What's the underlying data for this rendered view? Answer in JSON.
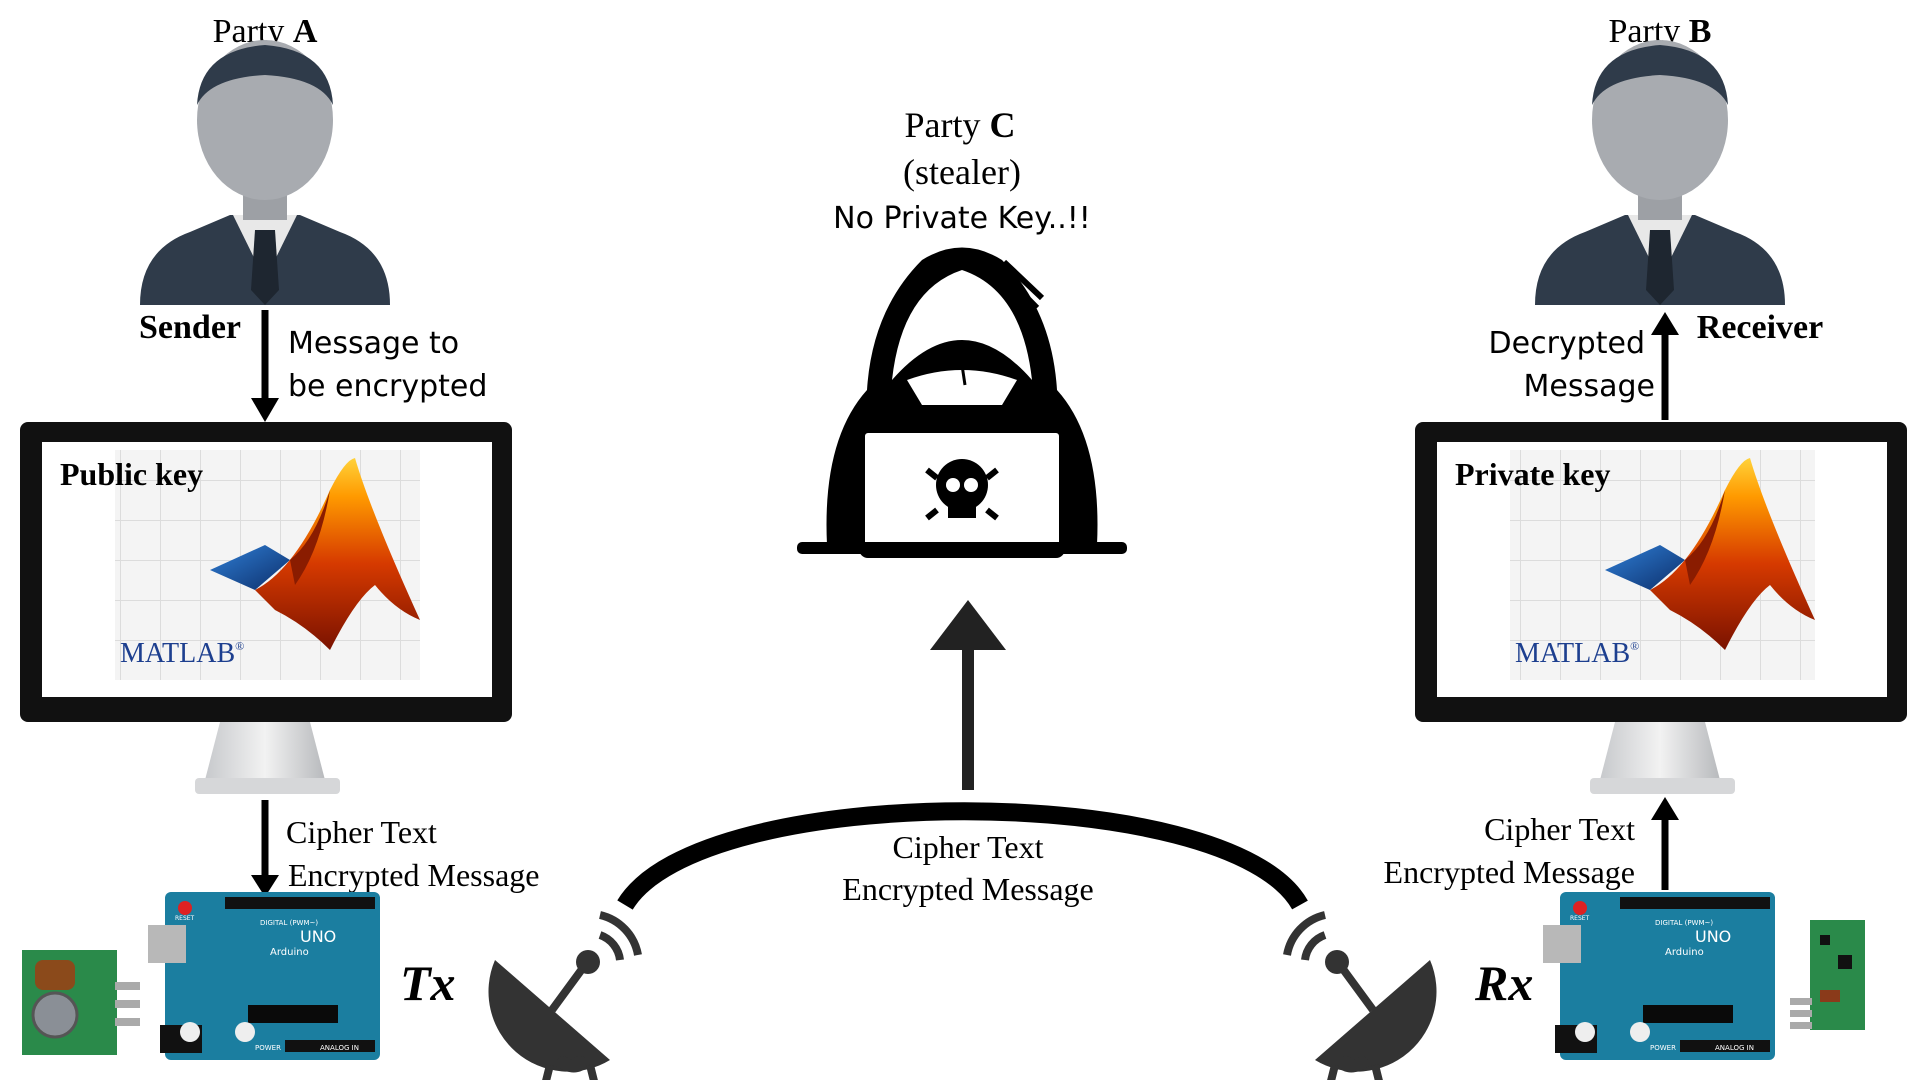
{
  "party_a": {
    "label": "Party",
    "letter": "A",
    "role": "Sender",
    "icon": "user-icon"
  },
  "party_b": {
    "label": "Party",
    "letter": "B",
    "role": "Receiver",
    "icon": "user-icon"
  },
  "party_c": {
    "label": "Party",
    "letter": "C",
    "subtitle": "(stealer)",
    "note": "No Private Key..!!",
    "icon": "hacker-icon"
  },
  "flows": {
    "a_to_pc_line1": "Message to",
    "a_to_pc_line2": "be encrypted",
    "pc_to_tx_line1": "Cipher Text",
    "pc_to_tx_line2": "Encrypted Message",
    "air_line1": "Cipher Text",
    "air_line2": "Encrypted Message",
    "rx_to_pc_line1": "Cipher Text",
    "rx_to_pc_line2": "Encrypted Message",
    "pc_to_b_line1": "Decrypted",
    "pc_to_b_line2": "Message"
  },
  "left_computer": {
    "key_label": "Public key",
    "software": "MATLAB",
    "mark": "®"
  },
  "right_computer": {
    "key_label": "Private key",
    "software": "MATLAB",
    "mark": "®"
  },
  "tx_label": "Tx",
  "rx_label": "Rx",
  "board_text": {
    "uno": "UNO",
    "brand": "Arduino",
    "reset": "RESET",
    "power": "POWER",
    "analog": "ANALOG IN",
    "digital": "DIGITAL (PWM~)"
  },
  "colors": {
    "person_skin": "#a8abb0",
    "suit": "#2f3b4a",
    "monitor_frame": "#111111",
    "board": "#1b7ea0",
    "hacker": "#000000",
    "matlab_text": "#1d3f8f",
    "dish": "#333333",
    "module_green": "#2a8a4a"
  }
}
